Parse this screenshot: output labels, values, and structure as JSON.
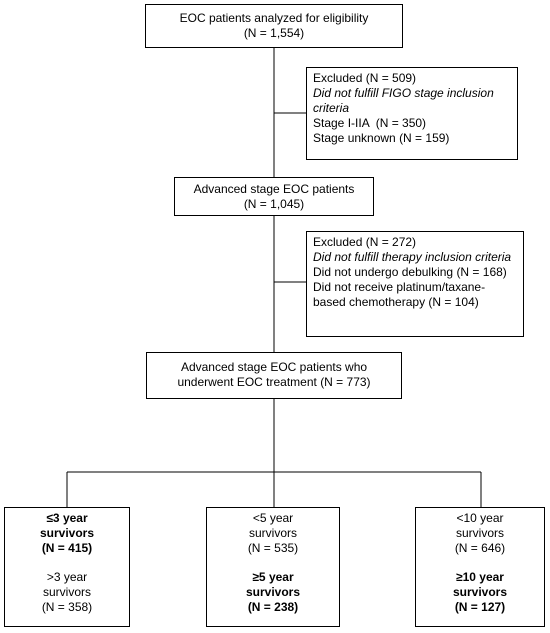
{
  "box1": {
    "line1": "EOC patients analyzed for eligibility",
    "line2": "(N = 1,554)"
  },
  "excl1": {
    "title": "Excluded (N = 509)",
    "reason": "Did not fulfill FIGO stage inclusion criteria",
    "item1": "Stage I-IIA  (N = 350)",
    "item2": "Stage unknown (N = 159)"
  },
  "box2": {
    "line1": "Advanced stage EOC patients",
    "line2": "(N = 1,045)"
  },
  "excl2": {
    "title": "Excluded (N = 272)",
    "reason": "Did not fulfill therapy inclusion criteria",
    "item1": "Did not undergo debulking (N = 168)",
    "item2": "Did not receive platinum/taxane-based chemotherapy (N = 104)"
  },
  "box3": {
    "line1": "Advanced stage EOC patients who",
    "line2": "underwent EOC treatment (N = 773)"
  },
  "g1": {
    "top_l1": "≤3 year",
    "top_l2": "survivors",
    "top_n": "(N = 415)",
    "bot_l1": ">3 year",
    "bot_l2": "survivors",
    "bot_n": "(N = 358)"
  },
  "g2": {
    "top_l1": "<5 year",
    "top_l2": "survivors",
    "top_n": "(N = 535)",
    "bot_l1": "≥5 year",
    "bot_l2": "survivors",
    "bot_n": "(N = 238)"
  },
  "g3": {
    "top_l1": "<10 year",
    "top_l2": "survivors",
    "top_n": "(N = 646)",
    "bot_l1": "≥10 year",
    "bot_l2": "survivors",
    "bot_n": "(N = 127)"
  }
}
